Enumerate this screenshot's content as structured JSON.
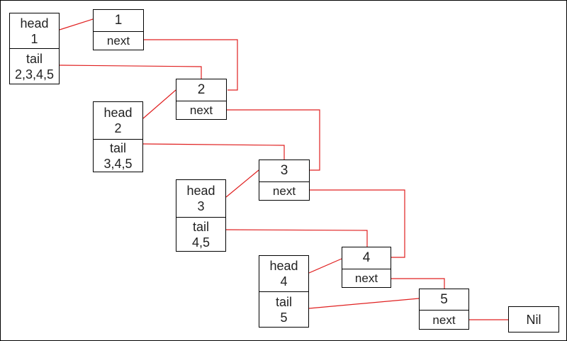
{
  "colors": {
    "arrow": "#e02020",
    "border": "#000000",
    "text": "#222222"
  },
  "lists": [
    {
      "head_label": "head",
      "head_value": "1",
      "tail_label": "tail",
      "tail_value": "2,3,4,5"
    },
    {
      "head_label": "head",
      "head_value": "2",
      "tail_label": "tail",
      "tail_value": "3,4,5"
    },
    {
      "head_label": "head",
      "head_value": "3",
      "tail_label": "tail",
      "tail_value": "4,5"
    },
    {
      "head_label": "head",
      "head_value": "4",
      "tail_label": "tail",
      "tail_value": "5"
    }
  ],
  "nodes": [
    {
      "value": "1",
      "pointer_label": "next"
    },
    {
      "value": "2",
      "pointer_label": "next"
    },
    {
      "value": "3",
      "pointer_label": "next"
    },
    {
      "value": "4",
      "pointer_label": "next"
    },
    {
      "value": "5",
      "pointer_label": "next"
    }
  ],
  "terminal": {
    "label": "Nil"
  }
}
